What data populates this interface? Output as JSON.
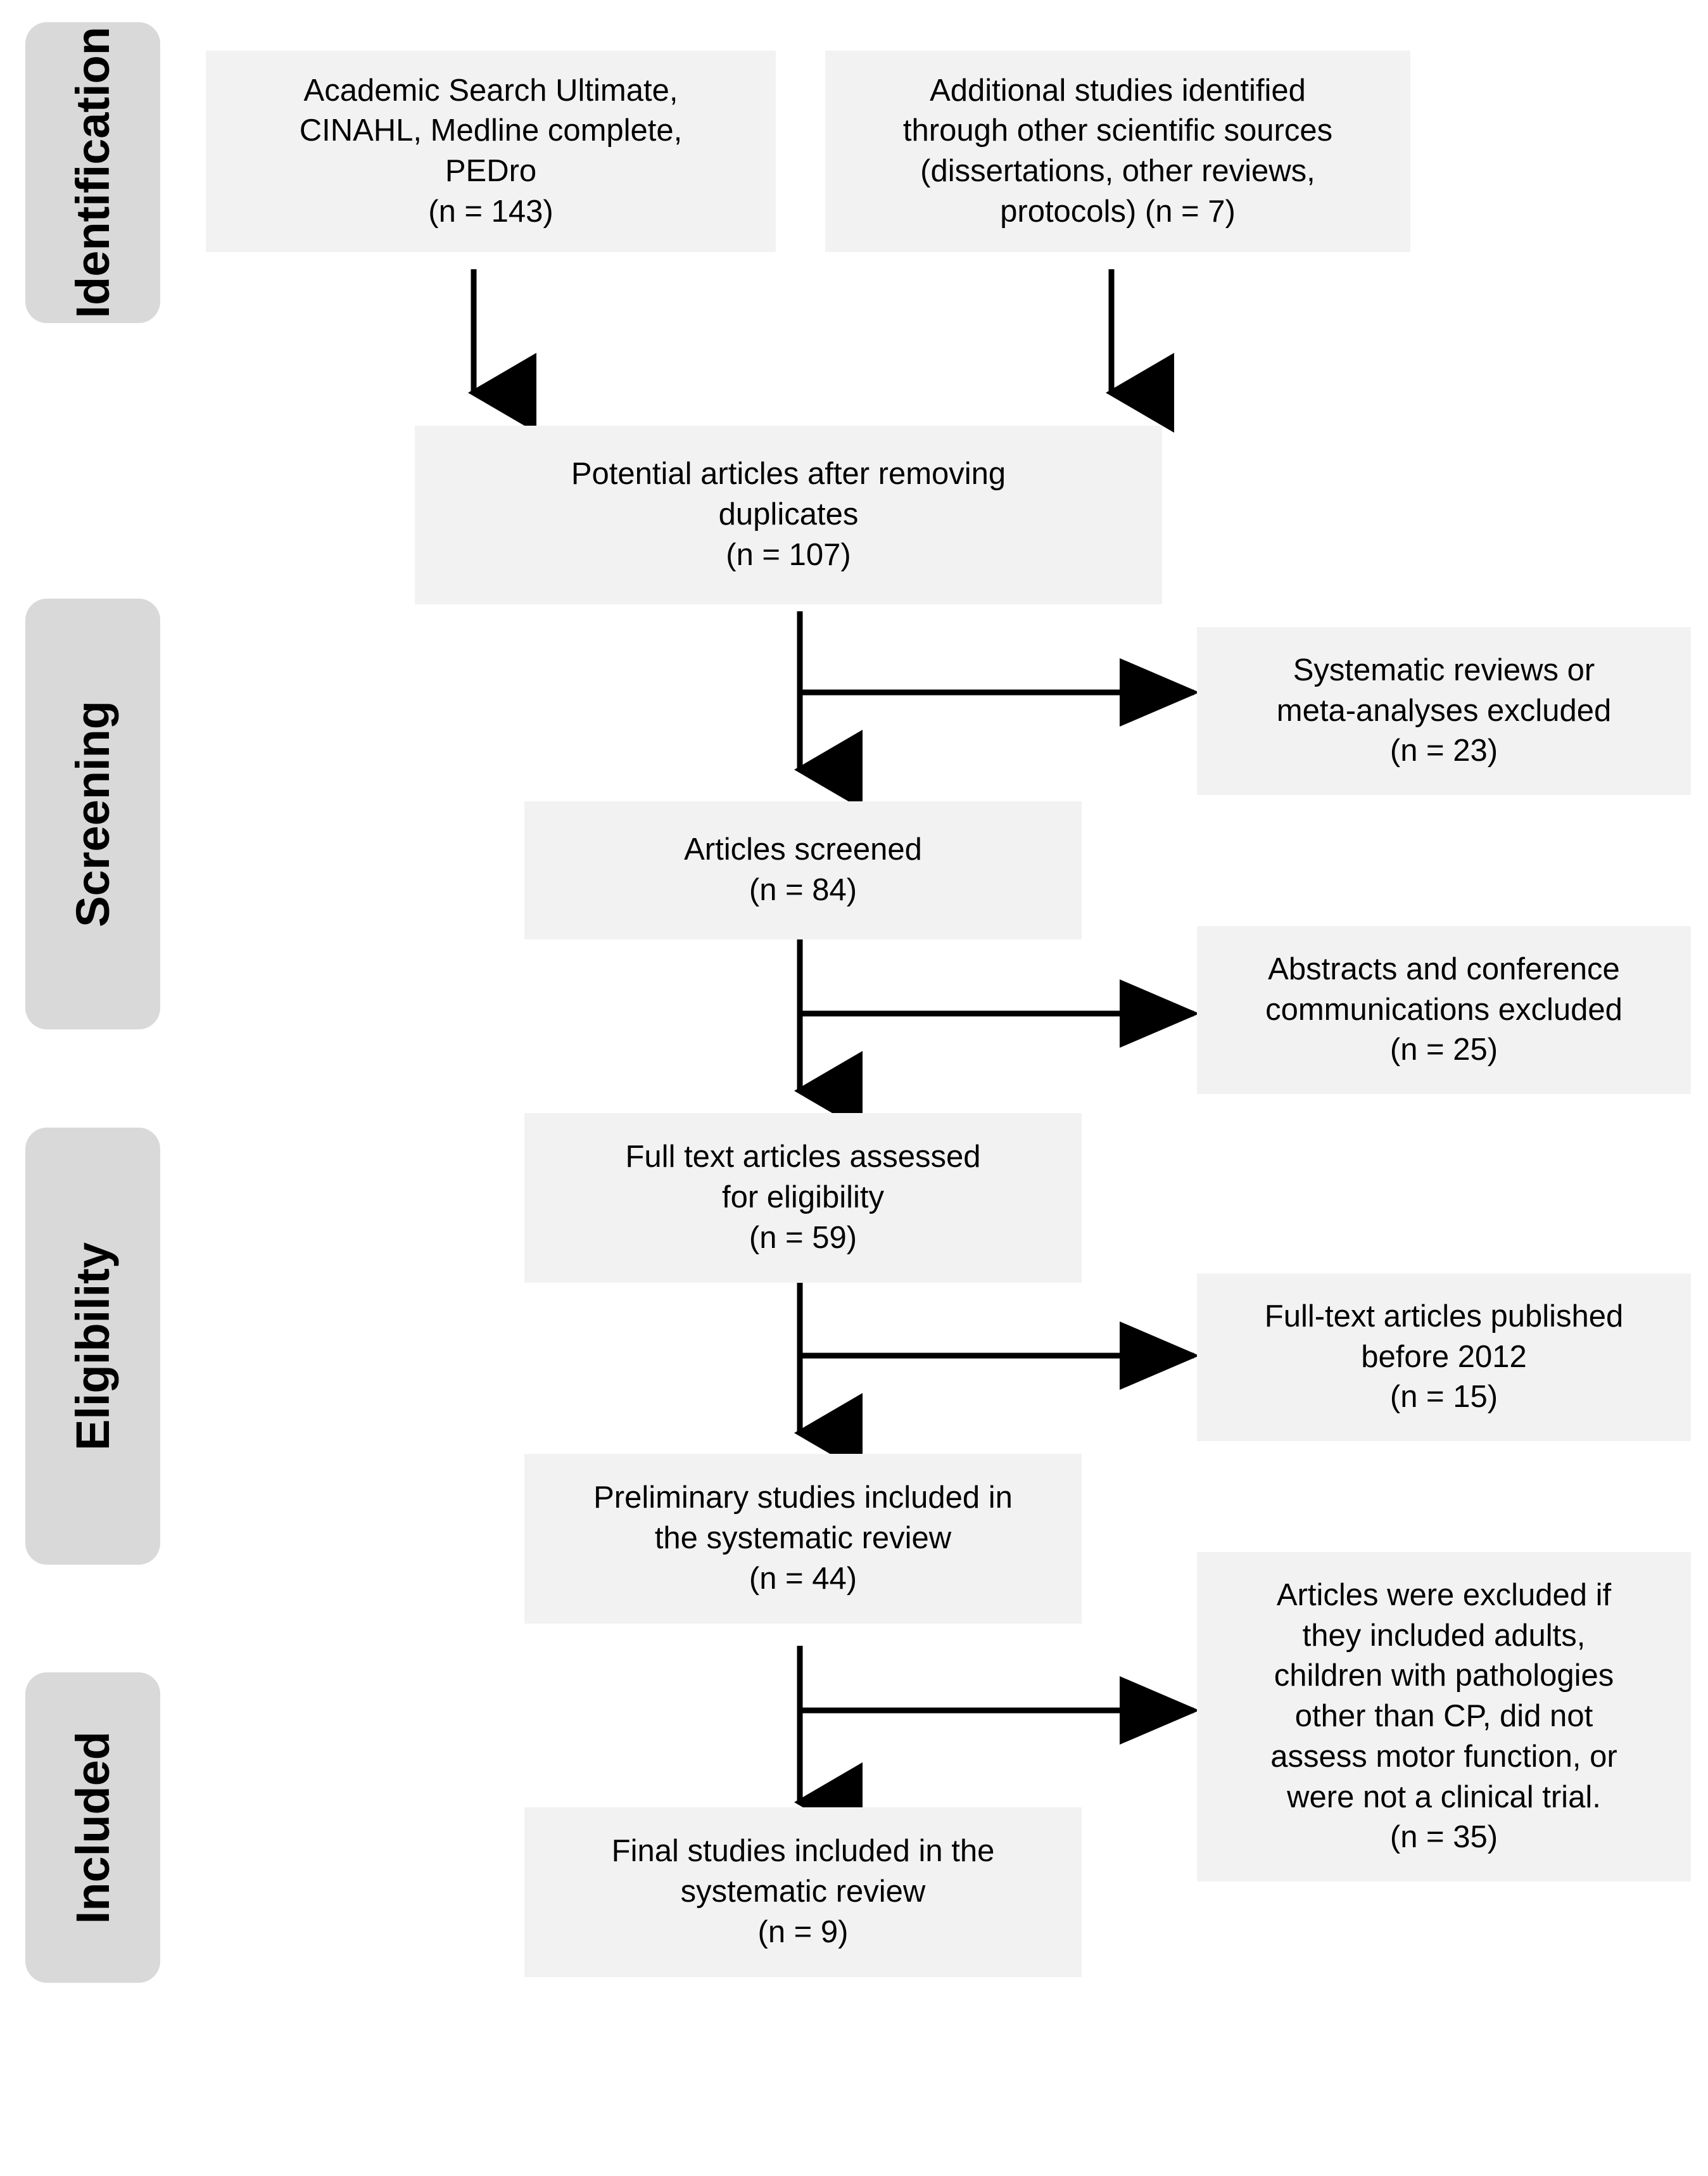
{
  "diagram": {
    "type": "prisma-flow-diagram",
    "background_color": "#ffffff",
    "box_fill": "#f2f2f2",
    "stage_fill": "#d9d9d9",
    "line_color": "#000000"
  },
  "stages": [
    {
      "label": "Identification"
    },
    {
      "label": "Screening"
    },
    {
      "label": "Eligibility"
    },
    {
      "label": "Included"
    }
  ],
  "boxes": {
    "records_databases": {
      "text": "Academic Search Ultimate,\nCINAHL, Medline complete,\nPEDro\n(n = 143)",
      "n": 143
    },
    "records_other_sources": {
      "text": "Additional studies identified\nthrough other scientific sources\n(dissertations, other reviews,\nprotocols) (n = 7)",
      "n": 7
    },
    "after_duplicates": {
      "text": "Potential articles after removing\nduplicates\n(n = 107)",
      "n": 107
    },
    "excluded_reviews": {
      "text": "Systematic reviews or\nmeta-analyses excluded\n(n = 23)",
      "n": 23
    },
    "articles_screened": {
      "text": "Articles screened\n(n = 84)",
      "n": 84
    },
    "excluded_abstracts": {
      "text": "Abstracts and conference\ncommunications excluded\n(n = 25)",
      "n": 25
    },
    "fulltext_assessed": {
      "text": "Full text articles assessed\nfor eligibility\n(n = 59)",
      "n": 59
    },
    "excluded_before_2012": {
      "text": "Full-text articles published\nbefore 2012\n(n = 15)",
      "n": 15
    },
    "preliminary_included": {
      "text": "Preliminary studies included in\nthe systematic review\n(n = 44)",
      "n": 44
    },
    "excluded_criteria": {
      "text": "Articles were excluded if\nthey included adults,\nchildren with pathologies\nother than CP, did not\nassess motor function, or\nwere not a clinical trial.\n(n = 35)",
      "n": 35
    },
    "final_included": {
      "text": "Final studies included in the\nsystematic review\n(n = 9)",
      "n": 9
    }
  },
  "chart_data": {
    "type": "diagram",
    "title": "PRISMA flow diagram",
    "nodes": [
      {
        "id": "records_databases",
        "stage": "Identification",
        "label": "Academic Search Ultimate, CINAHL, Medline complete, PEDro",
        "n": 143
      },
      {
        "id": "records_other_sources",
        "stage": "Identification",
        "label": "Additional studies identified through other scientific sources (dissertations, other reviews, protocols)",
        "n": 7
      },
      {
        "id": "after_duplicates",
        "stage": "Identification",
        "label": "Potential articles after removing duplicates",
        "n": 107
      },
      {
        "id": "excluded_reviews",
        "stage": "Screening",
        "label": "Systematic reviews or meta-analyses excluded",
        "n": 23
      },
      {
        "id": "articles_screened",
        "stage": "Screening",
        "label": "Articles screened",
        "n": 84
      },
      {
        "id": "excluded_abstracts",
        "stage": "Screening",
        "label": "Abstracts and conference communications excluded",
        "n": 25
      },
      {
        "id": "fulltext_assessed",
        "stage": "Eligibility",
        "label": "Full text articles assessed for eligibility",
        "n": 59
      },
      {
        "id": "excluded_before_2012",
        "stage": "Eligibility",
        "label": "Full-text articles published before 2012",
        "n": 15
      },
      {
        "id": "preliminary_included",
        "stage": "Eligibility",
        "label": "Preliminary studies included in the systematic review",
        "n": 44
      },
      {
        "id": "excluded_criteria",
        "stage": "Included",
        "label": "Articles were excluded if they included adults, children with pathologies other than CP, did not assess motor function, or were not a clinical trial.",
        "n": 35
      },
      {
        "id": "final_included",
        "stage": "Included",
        "label": "Final studies included in the systematic review",
        "n": 9
      }
    ],
    "edges": [
      {
        "from": "records_databases",
        "to": "after_duplicates",
        "direction": "down"
      },
      {
        "from": "records_other_sources",
        "to": "after_duplicates",
        "direction": "down"
      },
      {
        "from": "after_duplicates",
        "to": "articles_screened",
        "direction": "down"
      },
      {
        "from": "after_duplicates",
        "to": "excluded_reviews",
        "direction": "right"
      },
      {
        "from": "articles_screened",
        "to": "fulltext_assessed",
        "direction": "down"
      },
      {
        "from": "articles_screened",
        "to": "excluded_abstracts",
        "direction": "right"
      },
      {
        "from": "fulltext_assessed",
        "to": "preliminary_included",
        "direction": "down"
      },
      {
        "from": "fulltext_assessed",
        "to": "excluded_before_2012",
        "direction": "right"
      },
      {
        "from": "preliminary_included",
        "to": "final_included",
        "direction": "down"
      },
      {
        "from": "preliminary_included",
        "to": "excluded_criteria",
        "direction": "right"
      }
    ]
  }
}
